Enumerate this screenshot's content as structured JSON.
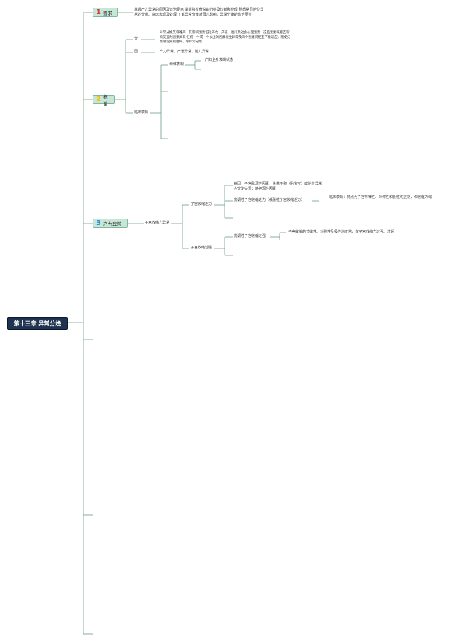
{
  "root": {
    "label": "第十三章 异常分娩"
  },
  "topics": [
    {
      "num": "1",
      "label": "要求",
      "text": "掌握产力异常的原因及诊治要点 掌握狭窄骨盆的分类及诊断和处理 熟悉常见胎位异常的分类、临床表现及处理 了解异常分娩对母儿影响，异常分娩的诊治要点"
    },
    {
      "num": "2",
      "label": "概论",
      "b1": "分",
      "b1_text": "异常分娩又称难产，其影响因素包括产力、产道、胎儿及社会心理因素，这些因素既相互影响又互为因果关系 任何一个或一个以上的因素发生异常及四个因素间相互不能适应，而使分娩进程受到阻碍，称异常分娩",
      "b2": "因",
      "b2_text": "产力异常、产道异常、胎儿异常",
      "b3": "临床表现",
      "b3_sub": "母体表现",
      "b3_leaf": "产妇全身衰竭状态"
    },
    {
      "num": "3",
      "label": "产力异常",
      "l1": "子宫收缩力异常",
      "weak": "子宫收缩乏力",
      "weak_cause": "病因：子宫肌源性因素；头盆不称（胎宝宝）或胎位异常；内分泌失调；精神源性因素",
      "weak_type": "协调性子宫收缩乏力（低张性子宫收缩乏力）",
      "weak_clinical": "临床表现：特点为子宫节律性、对称性和极性均正常，仅收缩力弱",
      "strong": "子宫收缩过强",
      "strong_type": "协调性子宫收缩过强",
      "strong_text": "子宫收缩的节律性、对称性及极性均正常，仅子宫收缩力过强、过频"
    }
  ]
}
